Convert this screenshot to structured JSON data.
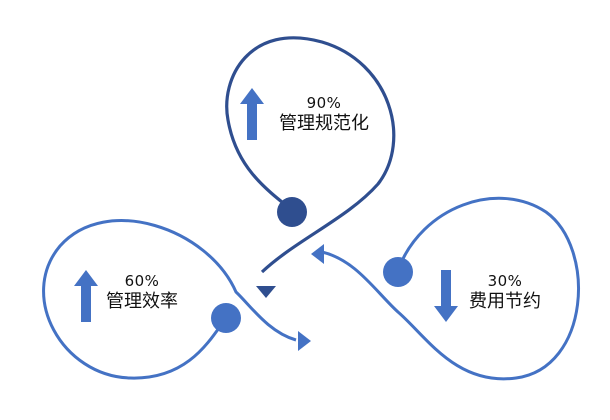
{
  "metrics": [
    {
      "id": "top",
      "percent": "90%",
      "label": "管理规范化",
      "direction": "up"
    },
    {
      "id": "left",
      "percent": "60%",
      "label": "管理效率",
      "direction": "up"
    },
    {
      "id": "right",
      "percent": "30%",
      "label": "费用节约",
      "direction": "down"
    }
  ],
  "colors": {
    "stroke": "#4472C4",
    "top_stroke": "#2F4E8F",
    "top_dot": "#2F4E8F",
    "dot": "#4472C4",
    "arrow_icon": "#4472C4",
    "text": "#111111"
  },
  "icons": {
    "up": "arrow-up-icon",
    "down": "arrow-down-icon"
  }
}
